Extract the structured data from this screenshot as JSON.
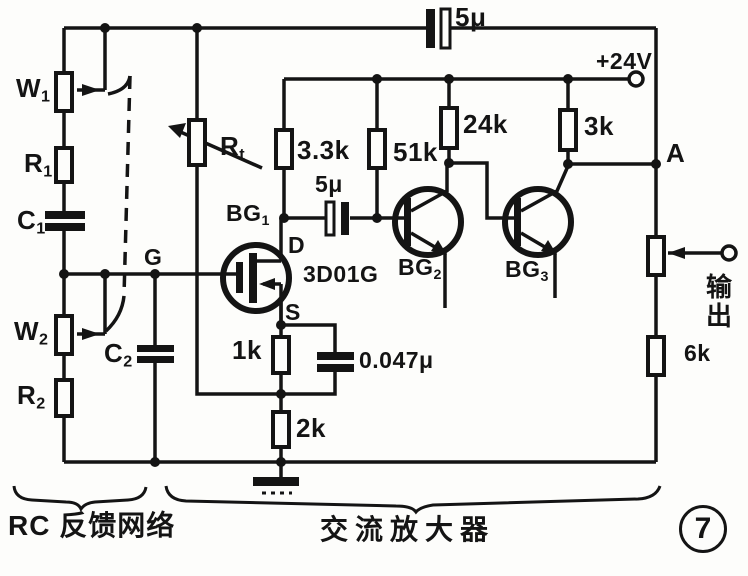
{
  "figure": {
    "number": "7"
  },
  "sections": {
    "left_label": "RC 反馈网络",
    "right_label": "交流放大器"
  },
  "power": {
    "supply_label": "+24V"
  },
  "nodes": {
    "a": "A",
    "g": "G",
    "d": "D",
    "s": "S"
  },
  "output": {
    "label": "输出"
  },
  "components": {
    "w1": {
      "base": "W",
      "sub": "1"
    },
    "r1": {
      "base": "R",
      "sub": "1"
    },
    "c1": {
      "base": "C",
      "sub": "1"
    },
    "w2": {
      "base": "W",
      "sub": "2"
    },
    "c2": {
      "base": "C",
      "sub": "2"
    },
    "r2": {
      "base": "R",
      "sub": "2"
    },
    "rt": {
      "base": "R",
      "sub": "t"
    },
    "bg1": {
      "base": "BG",
      "sub": "1"
    },
    "bg2": {
      "base": "BG",
      "sub": "2"
    },
    "bg3": {
      "base": "BG",
      "sub": "3"
    },
    "bg1_model": "3D01G"
  },
  "values": {
    "top_feedback_cap": "5μ",
    "coupling_cap": "5μ",
    "drain_resistor": "3.3k",
    "bias_resistor": "51k",
    "bg2_collector_resistor": "24k",
    "bg3_collector_resistor": "3k",
    "source_resistor": "1k",
    "source_bypass_cap": "0.047μ",
    "source_lower_resistor": "2k",
    "output_lower_resistor": "6k"
  },
  "colors": {
    "ink": "#141414",
    "paper": "#fdfdfb"
  }
}
